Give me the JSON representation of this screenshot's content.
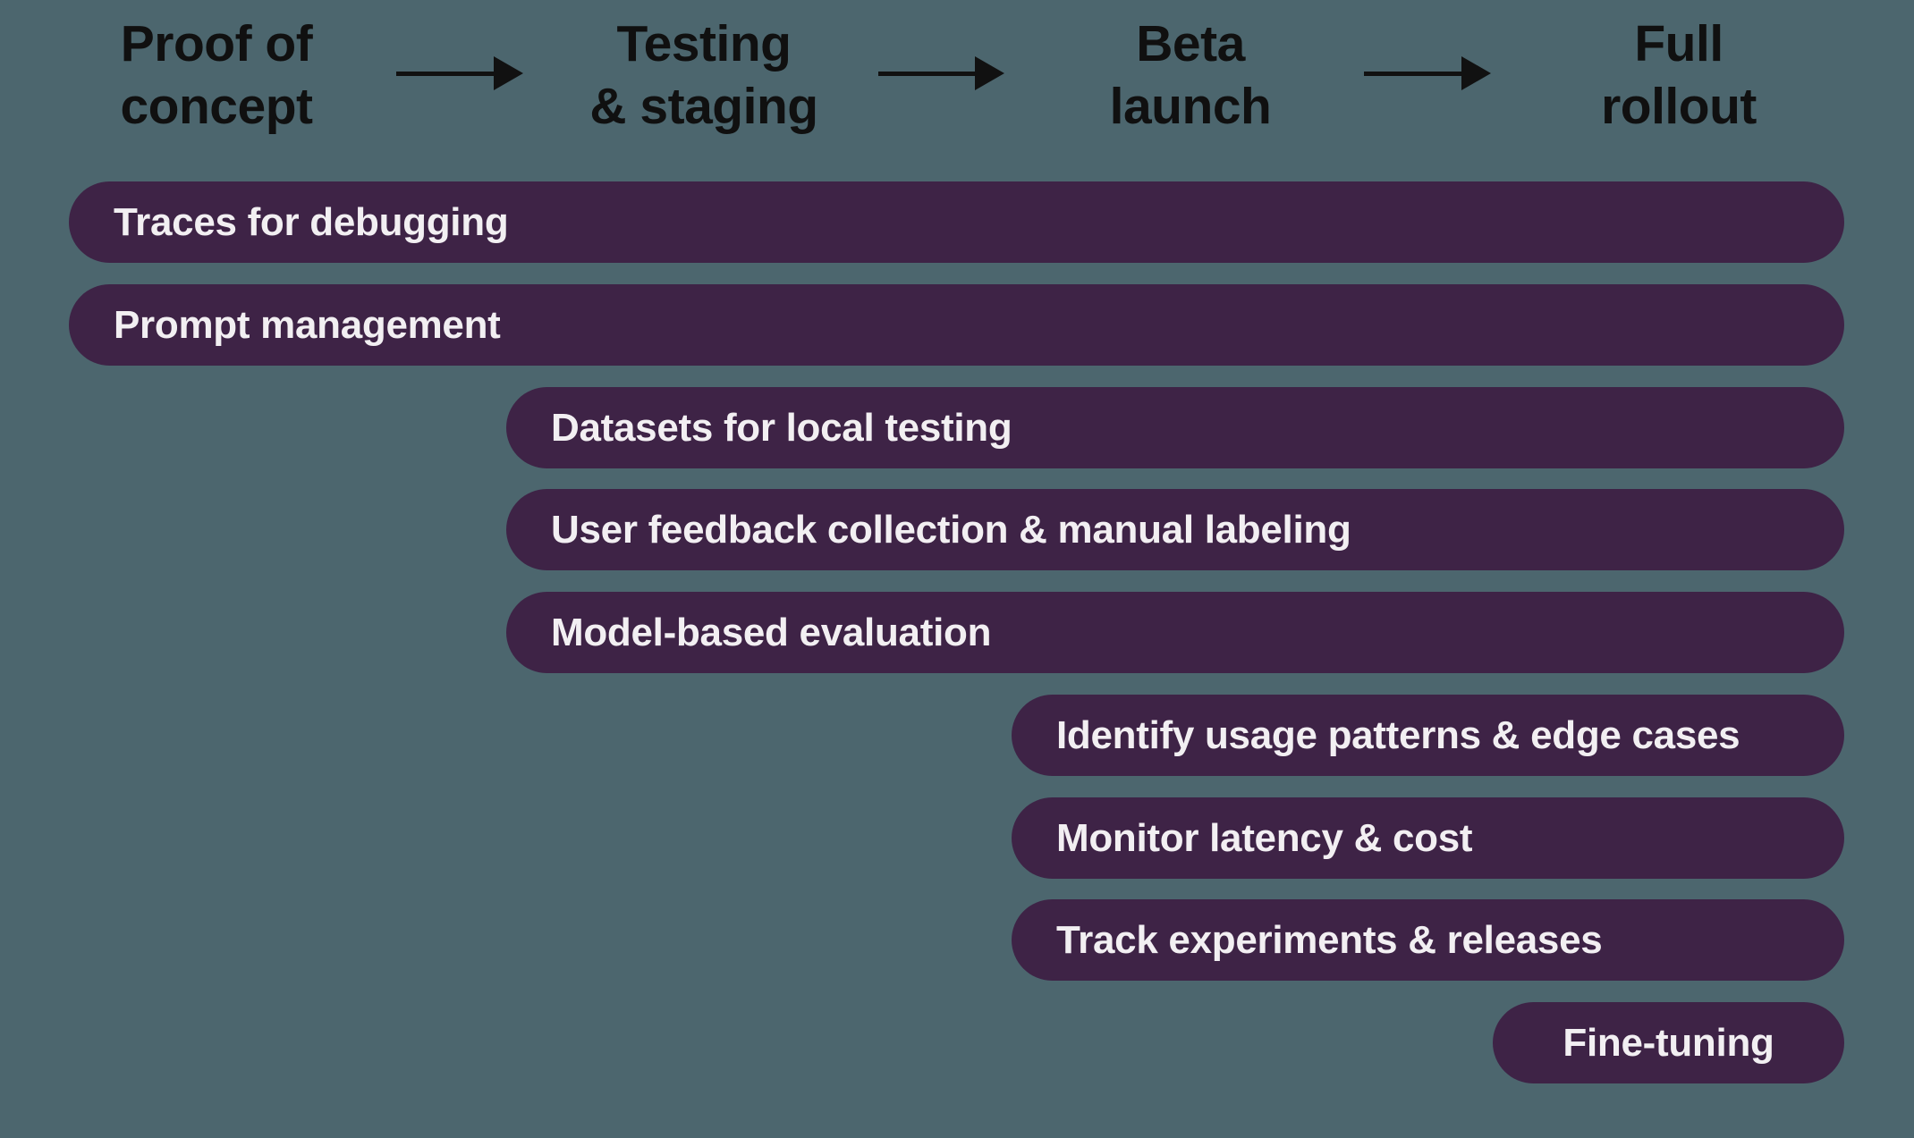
{
  "colors": {
    "background": "#4C666E",
    "bar_fill": "#3E2346",
    "bar_text": "#F2EFF2",
    "header_text": "#101010",
    "arrow": "#111111"
  },
  "phases": [
    {
      "line1": "Proof of",
      "line2": "concept"
    },
    {
      "line1": "Testing",
      "line2": "& staging"
    },
    {
      "line1": "Beta",
      "line2": "launch"
    },
    {
      "line1": "Full",
      "line2": "rollout"
    }
  ],
  "bars": [
    {
      "label": "Traces for debugging",
      "start_phase": "Proof of concept"
    },
    {
      "label": "Prompt management",
      "start_phase": "Proof of concept"
    },
    {
      "label": "Datasets for local testing",
      "start_phase": "Testing & staging"
    },
    {
      "label": "User feedback collection & manual labeling",
      "start_phase": "Testing & staging"
    },
    {
      "label": "Model-based evaluation",
      "start_phase": "Testing & staging"
    },
    {
      "label": "Identify usage patterns & edge cases",
      "start_phase": "Beta launch"
    },
    {
      "label": "Monitor latency & cost",
      "start_phase": "Beta launch"
    },
    {
      "label": "Track experiments & releases",
      "start_phase": "Beta launch"
    },
    {
      "label": "Fine-tuning",
      "start_phase": "Full rollout"
    }
  ]
}
